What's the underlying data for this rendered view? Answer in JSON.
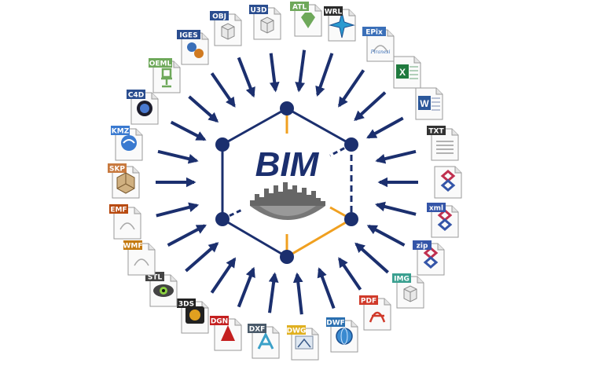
{
  "center": {
    "title": "BIM",
    "colors": {
      "navy": "#1b2f6e",
      "orange": "#f0a020",
      "skyline": "#555555"
    }
  },
  "formats": [
    {
      "label": "OBJ",
      "tag_color": "#2a4d8f",
      "icon": "cube-icon"
    },
    {
      "label": "U3D",
      "tag_color": "#2a4d8f",
      "icon": "cube-icon"
    },
    {
      "label": "ATL",
      "tag_color": "#6ea85a",
      "icon": "gem-icon"
    },
    {
      "label": "WRL",
      "tag_color": "#2a2a2a",
      "icon": "star-icon"
    },
    {
      "label": "EPix",
      "tag_color": "#3a6fb8",
      "icon": "document-icon",
      "sub": "Piranesi"
    },
    {
      "label": "",
      "tag_color": "#1f7a3e",
      "icon": "excel-icon"
    },
    {
      "label": "",
      "tag_color": "#2b579a",
      "icon": "word-icon"
    },
    {
      "label": "TXT",
      "tag_color": "#333333",
      "icon": "text-file-icon"
    },
    {
      "label": "",
      "tag_color": "#c0304f",
      "icon": "ifc-icon"
    },
    {
      "label": "xml",
      "tag_color": "#3455a8",
      "icon": "ifc-xml-icon"
    },
    {
      "label": "zip",
      "tag_color": "#3455a8",
      "icon": "ifc-zip-icon"
    },
    {
      "label": "IMG",
      "tag_color": "#3aa090",
      "icon": "cube-icon"
    },
    {
      "label": "PDF",
      "tag_color": "#d03a2a",
      "icon": "pdf-icon"
    },
    {
      "label": "DWF",
      "tag_color": "#2a6fb0",
      "icon": "globe-icon"
    },
    {
      "label": "DWG",
      "tag_color": "#e0b020",
      "icon": "dwg-icon"
    },
    {
      "label": "DXF",
      "tag_color": "#4a5a6a",
      "icon": "autocad-icon"
    },
    {
      "label": "DGN",
      "tag_color": "#c42020",
      "icon": "dgn-icon"
    },
    {
      "label": "3DS",
      "tag_color": "#222222",
      "icon": "3ds-icon"
    },
    {
      "label": "STL",
      "tag_color": "#444444",
      "icon": "eye-icon"
    },
    {
      "label": "WMF",
      "tag_color": "#c47a10",
      "icon": "document-icon"
    },
    {
      "label": "EMF",
      "tag_color": "#b84a10",
      "icon": "document-icon"
    },
    {
      "label": "SKP",
      "tag_color": "#c87a40",
      "icon": "sketchup-icon"
    },
    {
      "label": "KMZ",
      "tag_color": "#3a7ad0",
      "icon": "google-earth-icon"
    },
    {
      "label": "C4D",
      "tag_color": "#2a4d8f",
      "icon": "cinema4d-icon"
    },
    {
      "label": "OEML",
      "tag_color": "#6ea85a",
      "icon": "chair-icon"
    },
    {
      "label": "IGES",
      "tag_color": "#2a4d8f",
      "icon": "iges-icon"
    }
  ]
}
